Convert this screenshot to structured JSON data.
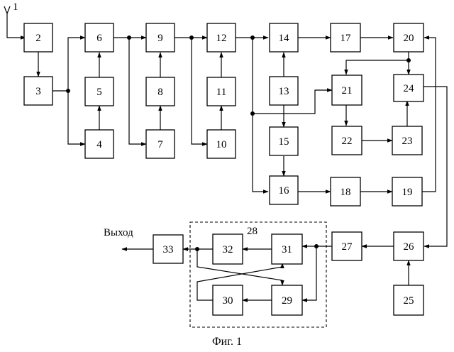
{
  "diagram": {
    "antenna_label": "1",
    "group_label": "28",
    "output_label": "Выход",
    "caption": "Фиг. 1",
    "blocks": [
      "2",
      "3",
      "4",
      "5",
      "6",
      "7",
      "8",
      "9",
      "10",
      "11",
      "12",
      "13",
      "14",
      "15",
      "16",
      "17",
      "18",
      "19",
      "20",
      "21",
      "22",
      "23",
      "24",
      "25",
      "26",
      "27",
      "29",
      "30",
      "31",
      "32",
      "33"
    ]
  }
}
